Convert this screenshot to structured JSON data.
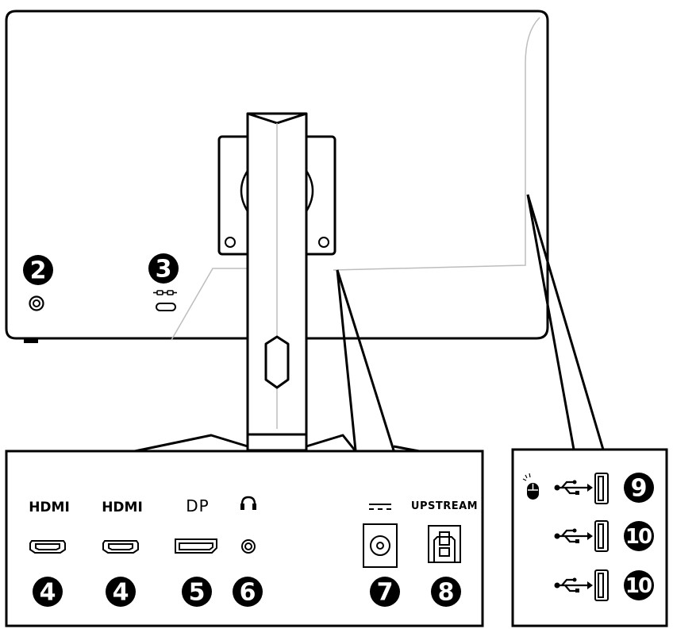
{
  "callouts": {
    "c2": "2",
    "c3": "3",
    "c4a": "4",
    "c4b": "4",
    "c5": "5",
    "c6": "6",
    "c7": "7",
    "c8": "8",
    "c9": "9",
    "c10a": "10",
    "c10b": "10"
  },
  "port_labels": {
    "hdmi_1": "HDMI",
    "hdmi_2": "HDMI",
    "dp": "DP",
    "upstream": "UPSTREAM"
  },
  "icons": [
    "headphone-icon",
    "dc-power-icon",
    "kensington-lock-icon",
    "mouse-icon",
    "usb-icon"
  ]
}
